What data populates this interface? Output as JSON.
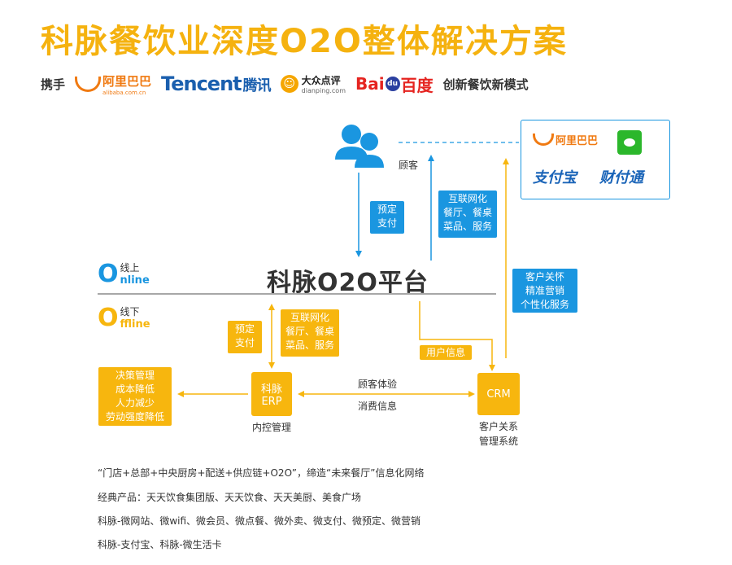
{
  "header": {
    "title": "科脉餐饮业深度O2O整体解决方案",
    "partner_prefix": "携手",
    "partner_suffix": "创新餐饮新模式",
    "alibaba_name": "阿里巴巴",
    "alibaba_domain": "alibaba.com.cn",
    "tencent_en": "Tencent",
    "tencent_cn": "腾讯",
    "dianping_cn": "大众点评",
    "dianping_domain": "dianping.com",
    "baidu_bai": "Bai",
    "baidu_du": "du",
    "baidu_cn": "百度"
  },
  "payments": {
    "alibaba": "阿里巴巴",
    "zhifubao": "支付宝",
    "caifutong": "财付通"
  },
  "diagram": {
    "customer_label": "顾客",
    "platform_title": "科脉O2O平台",
    "online_letter": "O",
    "online_cn": "线上",
    "online_en": "nline",
    "offline_letter": "O",
    "offline_cn": "线下",
    "offline_en": "ffline",
    "book_pay_top": [
      "预定",
      "支付"
    ],
    "internet_top": [
      "互联网化",
      "餐厅、餐桌",
      "菜品、服务"
    ],
    "care_box": [
      "客户关怀",
      "精准营销",
      "个性化服务"
    ],
    "book_pay_bottom": [
      "预定",
      "支付"
    ],
    "internet_bottom": [
      "互联网化",
      "餐厅、餐桌",
      "菜品、服务"
    ],
    "user_info": "用户信息",
    "decision_box": [
      "决策管理",
      "成本降低",
      "人力减少",
      "劳动强度降低"
    ],
    "erp_node": [
      "科脉",
      "ERP"
    ],
    "erp_label": "内控管理",
    "crm_node": "CRM",
    "crm_label": [
      "客户关系",
      "管理系统"
    ],
    "exchange_top": "顾客体验",
    "exchange_bottom": "消费信息"
  },
  "notes": [
    "“门店+总部+中央厨房+配送+供应链+O2O”，缔造“未来餐厅”信息化网络",
    "经典产品：天天饮食集团版、天天饮食、天天美厨、美食广场",
    "科脉-微网站、微wifi、微会员、微点餐、微外卖、微支付、微预定、微营销",
    "科脉-支付宝、科脉-微生活卡"
  ],
  "colors": {
    "accent_yellow": "#f7b60e",
    "accent_blue": "#1a96e0",
    "title_yellow": "#f5b20f"
  }
}
